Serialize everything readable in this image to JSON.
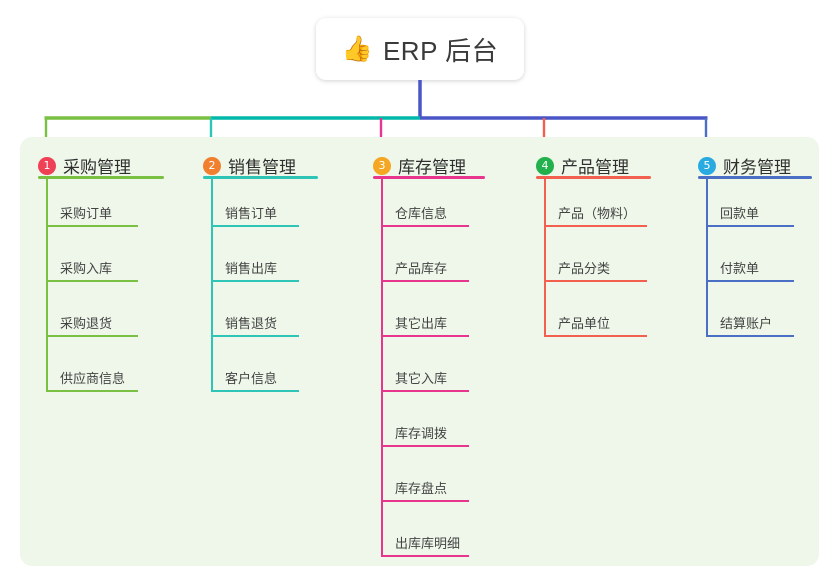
{
  "root": {
    "icon": "thumbs-up-emoji",
    "emoji": "👍",
    "title": "ERP 后台"
  },
  "palette": {
    "panel_bg": "#eef7e9",
    "page_bg": "#ffffff",
    "root_stem": "#4a55c7",
    "bar_green": "#7ac143",
    "bar_teal": "#00b8a9",
    "bar_blue": "#4a55c7"
  },
  "columns": [
    {
      "index": "1",
      "badge_color": "#ef4056",
      "line_color": "#7ac143",
      "label": "采购管理",
      "items": [
        "采购订单",
        "采购入库",
        "采购退货",
        "供应商信息"
      ]
    },
    {
      "index": "2",
      "badge_color": "#f08030",
      "line_color": "#2ec4b6",
      "label": "销售管理",
      "items": [
        "销售订单",
        "销售出库",
        "销售退货",
        "客户信息"
      ]
    },
    {
      "index": "3",
      "badge_color": "#f5a623",
      "line_color": "#e8368f",
      "label": "库存管理",
      "items": [
        "仓库信息",
        "产品库存",
        "其它出库",
        "其它入库",
        "库存调拨",
        "库存盘点",
        "出库库明细"
      ]
    },
    {
      "index": "4",
      "badge_color": "#22b14c",
      "line_color": "#f4604f",
      "label": "产品管理",
      "items": [
        "产品（物料）",
        "产品分类",
        "产品单位"
      ]
    },
    {
      "index": "5",
      "badge_color": "#29abe2",
      "line_color": "#4a6fc4",
      "label": "财务管理",
      "items": [
        "回款单",
        "付款单",
        "结算账户"
      ]
    }
  ]
}
